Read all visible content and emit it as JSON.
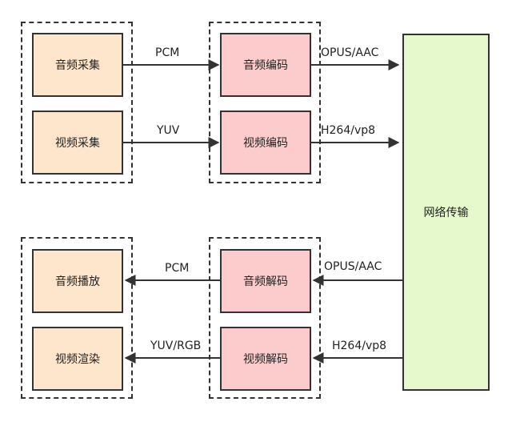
{
  "colors": {
    "capture_fill": "#fde6cc",
    "codec_fill": "#fccccc",
    "network_fill": "#e6f9cc",
    "stroke": "#333333"
  },
  "nodes": {
    "audio_capture": "音频采集",
    "video_capture": "视频采集",
    "audio_encode": "音频编码",
    "video_encode": "视频编码",
    "network": "网络传输",
    "audio_play": "音频播放",
    "video_render": "视频渲染",
    "audio_decode": "音频解码",
    "video_decode": "视频解码"
  },
  "edges": {
    "pcm_up": "PCM",
    "yuv_up": "YUV",
    "opus_up": "OPUS/AAC",
    "h264_up": "H264/vp8",
    "opus_down": "OPUS/AAC",
    "h264_down": "H264/vp8",
    "pcm_down": "PCM",
    "yuvrgb_down": "YUV/RGB"
  }
}
